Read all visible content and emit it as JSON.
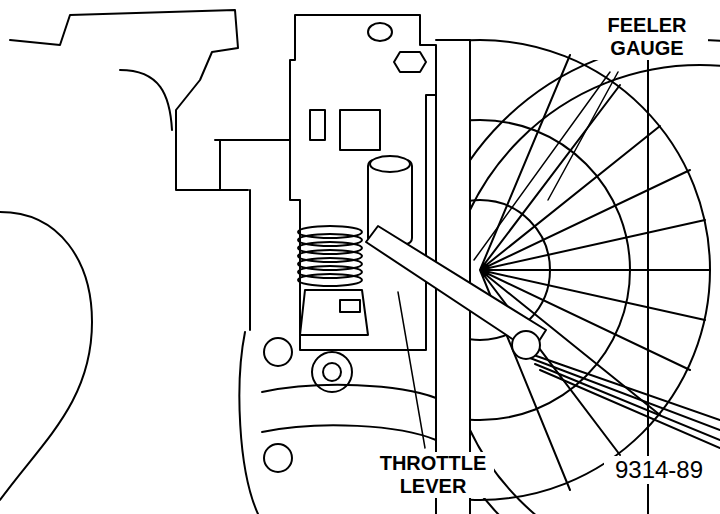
{
  "diagram": {
    "labels": [
      "FEELER GAUGE",
      "THROTTLE LEVER",
      "9314-89"
    ]
  }
}
